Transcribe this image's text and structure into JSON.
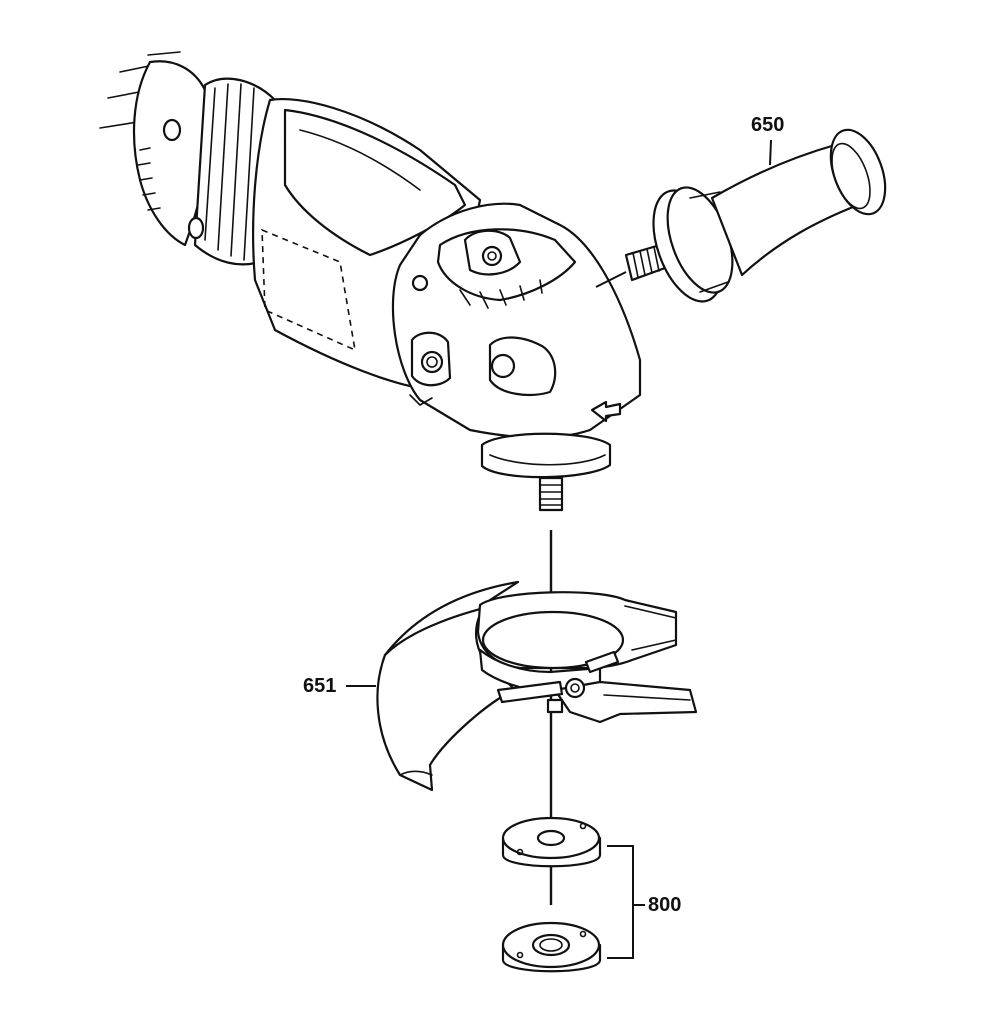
{
  "callouts": {
    "side_handle": "650",
    "guard": "651",
    "flange_set": "800"
  }
}
